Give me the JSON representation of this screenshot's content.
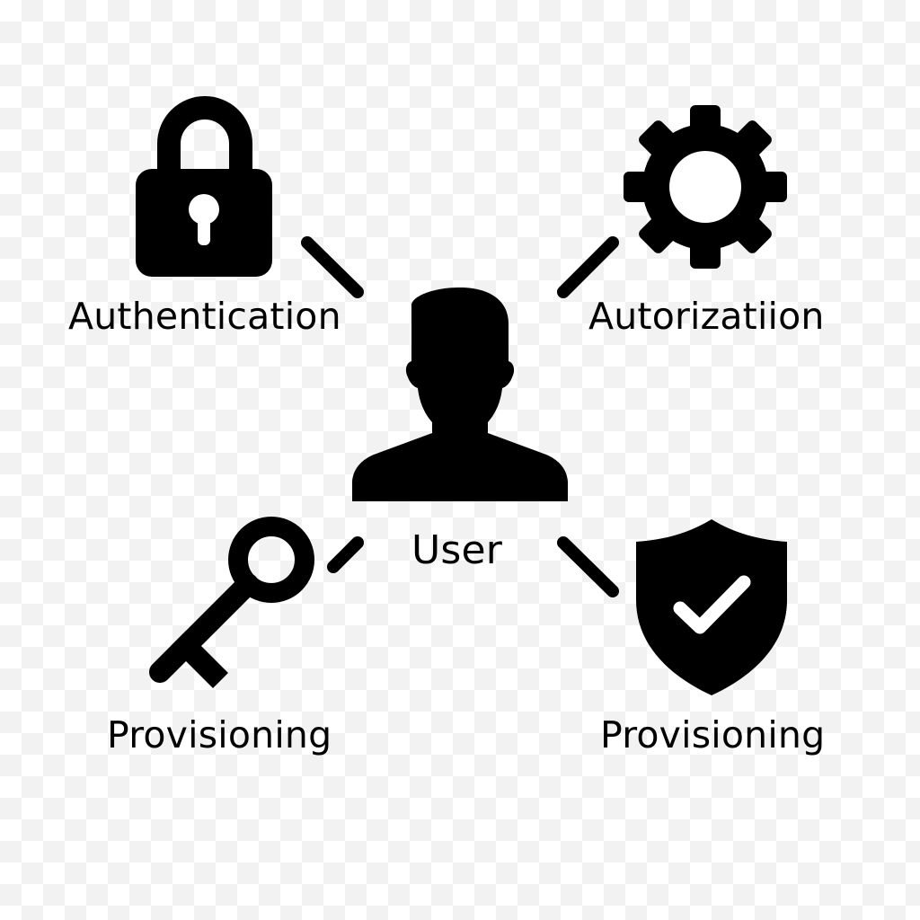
{
  "diagram": {
    "center": {
      "label": "User",
      "icon": "user-icon"
    },
    "nodes": [
      {
        "id": "authentication",
        "label": "Authentication",
        "icon": "padlock-icon"
      },
      {
        "id": "authorization",
        "label": "Autorizatiion",
        "icon": "gear-icon"
      },
      {
        "id": "provisioning-key",
        "label": "Provisioning",
        "icon": "key-icon"
      },
      {
        "id": "provisioning-shield",
        "label": "Provisioning",
        "icon": "shield-check-icon"
      }
    ],
    "colors": {
      "ink": "#000000",
      "background": "#ffffff",
      "checker": "#f2f2f2"
    }
  }
}
